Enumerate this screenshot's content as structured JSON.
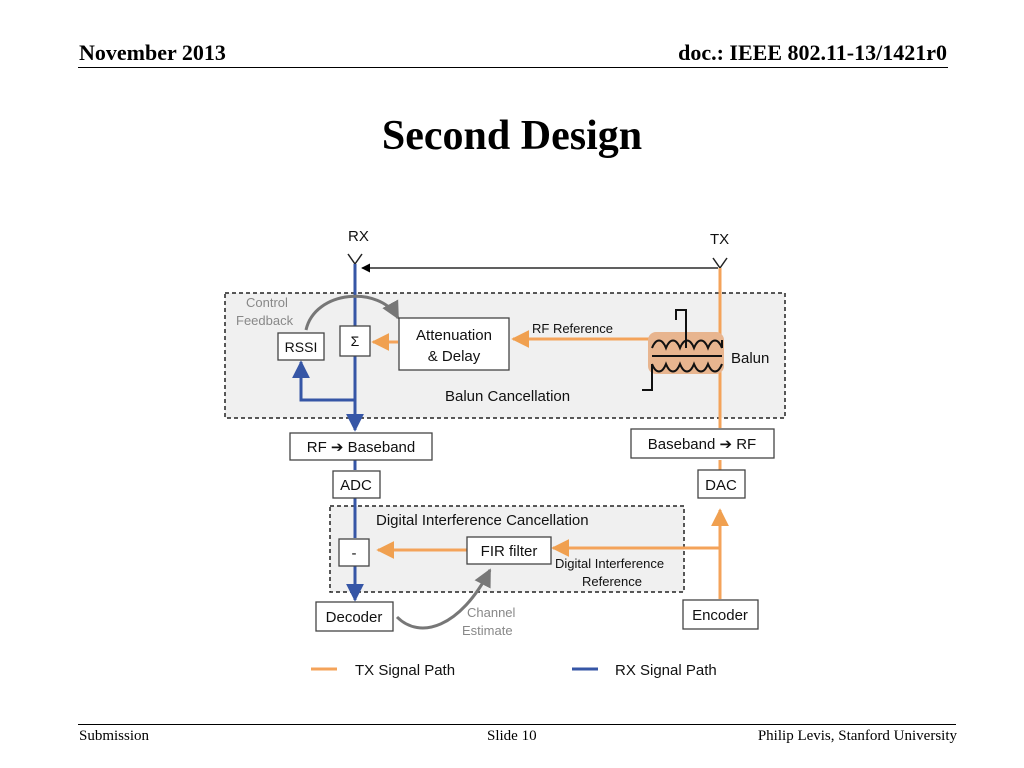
{
  "header": {
    "date": "November 2013",
    "doc_id": "doc.: IEEE 802.11-13/1421r0"
  },
  "title": "Second Design",
  "diagram": {
    "rx_label": "RX",
    "tx_label": "TX",
    "control_feedback": [
      "Control",
      "Feedback"
    ],
    "rssi": "RSSI",
    "sigma": "Σ",
    "attenuation_delay": [
      "Attenuation",
      "& Delay"
    ],
    "rf_reference": "RF Reference",
    "balun": "Balun",
    "balun_cancellation": "Balun Cancellation",
    "rf_to_baseband": "RF ➔ Baseband",
    "baseband_to_rf": "Baseband ➔ RF",
    "adc": "ADC",
    "dac": "DAC",
    "digital_interference_cancellation": "Digital Interference Cancellation",
    "minus": "-",
    "fir_filter": "FIR filter",
    "digital_interference_reference": [
      "Digital Interference",
      "Reference"
    ],
    "decoder": "Decoder",
    "encoder": "Encoder",
    "channel_estimate": [
      "Channel",
      "Estimate"
    ],
    "legend": {
      "tx": "TX Signal Path",
      "rx": "RX Signal Path"
    },
    "colors": {
      "tx": "#f4a35a",
      "rx": "#3656a6",
      "gray": "#777777",
      "balun_fill": "#e8b58f",
      "panel": "#f0f0f0"
    }
  },
  "footer": {
    "left": "Submission",
    "center": "Slide 10",
    "right": "Philip Levis, Stanford University"
  }
}
